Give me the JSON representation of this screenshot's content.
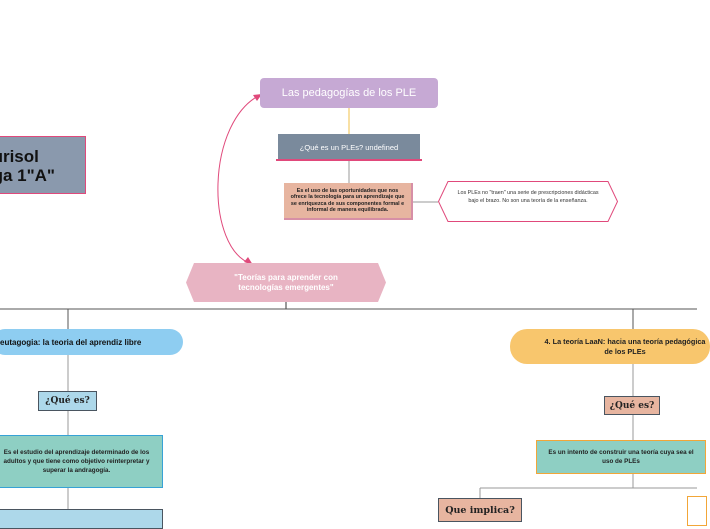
{
  "author": {
    "line1": "urisol",
    "line2": "ga 1\"A\""
  },
  "central_title": "Las pedagogías de los PLE",
  "question_ples": "¿Qué es un PLEs? undefined",
  "answer_ples": "Es el uso de las oportunidades que nos ofrece la tecnología para un aprendizaje que se enriquezca de sus componentes formal e informal de manera equilibrada.",
  "note_ples": "Los PLEs no \"traen\" una serie de prescripciones didácticas bajo el brazo. No son una teoría de la enseñanza.",
  "theories_title": "\"Teorías para aprender con tecnologías emergentes\"",
  "heutagogy": {
    "title": "eutagogia: la teoria del aprendiz libre",
    "question": "¿Qué es?",
    "answer": "Es el estudio del aprendizaje determinado de los adultos y que tiene como objetivo reinterpretar y superar la andragogía."
  },
  "laan": {
    "title": "4. La teoría LaaN: hacia una teoría pedagógica de los PLEs",
    "question": "¿Qué es?",
    "answer": "Es un intento de construir una teoría cuya sea el uso de PLEs",
    "implies": "Que implica?"
  },
  "colors": {
    "title_purple": "#c6a9d4",
    "question_gray": "#7a8a9c",
    "pink_accent": "#e0497b",
    "salmon": "#e7b5a0",
    "teal": "#8ecfc3",
    "sky": "#8ecdf1",
    "orange": "#f8c66d"
  }
}
